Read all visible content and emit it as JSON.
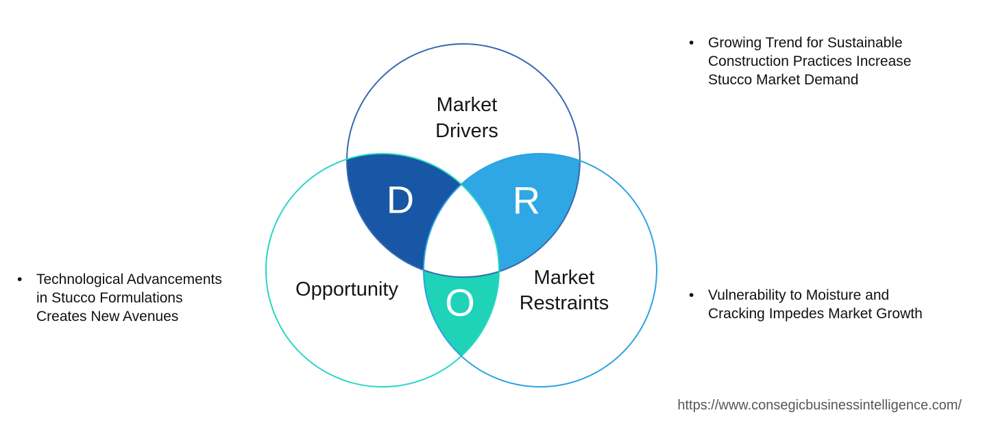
{
  "diagram": {
    "title_implicit": "DRO Venn diagram",
    "labels": {
      "drivers": "Market\nDrivers",
      "opportunity": "Opportunity",
      "restraints": "Market\nRestraints"
    },
    "letters": {
      "d": "D",
      "r": "R",
      "o": "O"
    }
  },
  "notes": {
    "bullet_char": "•",
    "drivers": "Growing Trend for Sustainable\nConstruction Practices Increase\nStucco Market Demand",
    "opportunity": "Technological Advancements\nin Stucco Formulations\nCreates New Avenues",
    "restraints": "Vulnerability to Moisture and\nCracking Impedes Market Growth"
  },
  "footer": {
    "url": "https://www.consegicbusinessintelligence.com/"
  },
  "colors": {
    "overlap_d_fill": "#1757a5",
    "overlap_r_fill": "#2fa7e4",
    "overlap_o_fill": "#1ed3b8",
    "triple_overlap_fill": "#ffffff",
    "drivers_stroke": "#3668b0",
    "opportunity_stroke": "#27d7c3",
    "restraints_stroke": "#2ba2e2",
    "text": "#101114",
    "url_text": "#54565c"
  }
}
